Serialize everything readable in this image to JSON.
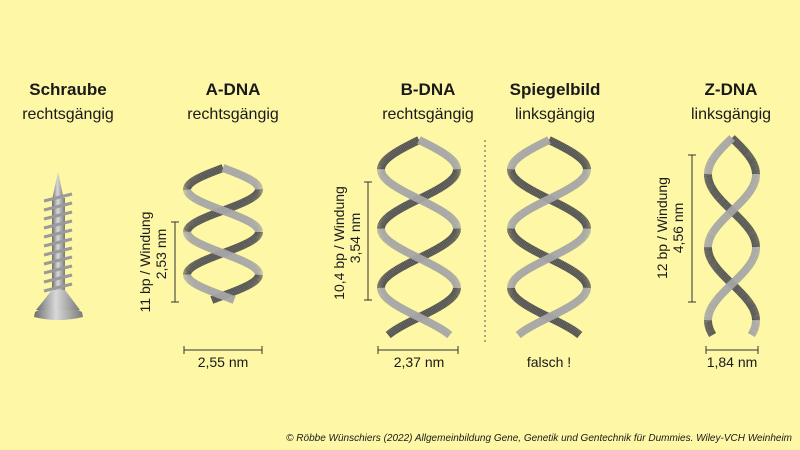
{
  "columns": [
    {
      "id": "screw",
      "title": "Schraube",
      "subtitle": "rechtsgängig"
    },
    {
      "id": "adna",
      "title": "A-DNA",
      "subtitle": "rechtsgängig"
    },
    {
      "id": "bdna",
      "title": "B-DNA",
      "subtitle": "rechtsgängig"
    },
    {
      "id": "mirror",
      "title": "Spiegelbild",
      "subtitle": "linksgängig"
    },
    {
      "id": "zdna",
      "title": "Z-DNA",
      "subtitle": "linksgängig"
    }
  ],
  "adna": {
    "turn_bp": "11 bp / Windung",
    "turn_len": "2,53 nm",
    "diameter": "2,55 nm",
    "handedness": "right"
  },
  "bdna": {
    "turn_bp": "10,4 bp / Windung",
    "turn_len": "3,54 nm",
    "diameter": "2,37 nm",
    "handedness": "right"
  },
  "mirror": {
    "note": "falsch !",
    "handedness": "left"
  },
  "zdna": {
    "turn_bp": "12 bp / Windung",
    "turn_len": "4,56 nm",
    "diameter": "1,84 nm",
    "handedness": "left"
  },
  "footer": "© Röbbe Wünschiers (2022) Allgemeinbildung Gene, Genetik und Gentechnik für Dummies. Wiley-VCH Weinheim",
  "colors": {
    "background": "#FDF7A6",
    "helix_front": "#A6A6A6",
    "helix_back": "#555555",
    "screw": "#9A9A9A"
  }
}
